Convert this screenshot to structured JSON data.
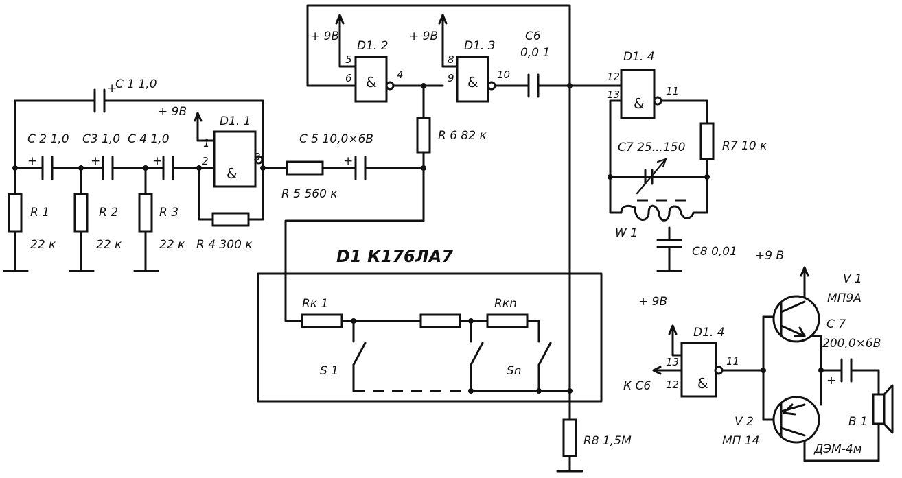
{
  "title": "D1 К176ЛА7",
  "components": {
    "C1": "C 1 1,0",
    "C2": "C 2 1,0",
    "C3": "C3 1,0",
    "C4": "C 4 1,0",
    "C5": "C 5 10,0×6B",
    "C6_ref": "C6",
    "C6_val": "0,0 1",
    "C7_osc": "C7 25...150",
    "C8": "C8 0,01",
    "R1_ref": "R 1",
    "R1_val": "22 к",
    "R2_ref": "R 2",
    "R2_val": "22 к",
    "R3_ref": "R 3",
    "R3_val": "22 к",
    "R4": "R 4 300 к",
    "R5": "R 5 560 к",
    "R6": "R 6 82 к",
    "R7": "R7 10 к",
    "R8": "R8 1,5М",
    "W1": "W 1",
    "Rk1": "Rк 1",
    "Rkn": "Rкn",
    "S1": "S 1",
    "Sn": "Sn",
    "V1_ref": "V 1",
    "V1_type": "МП9А",
    "V2_ref": "V 2",
    "V2_type": "МП 14",
    "C7_out_ref": "C 7",
    "C7_out_val": "200,0×6B",
    "B1_ref": "B 1",
    "B1_type": "ДЭМ-4м",
    "toC6": "К С6"
  },
  "gates": {
    "D11": "D1. 1",
    "D12": "D1. 2",
    "D13": "D1. 3",
    "D14": "D1. 4",
    "D14b": "D1. 4",
    "and_symbol": "&"
  },
  "supply": {
    "plus9": "+ 9B",
    "plus9_c8": "+9 B"
  },
  "pins": {
    "p1": "1",
    "p2": "2",
    "p3": "3",
    "p4": "4",
    "p5": "5",
    "p6": "6",
    "p8": "8",
    "p9": "9",
    "p10": "10",
    "p11": "11",
    "p12": "12",
    "p13": "13",
    "q11": "11",
    "q12": "12",
    "q13": "13"
  },
  "polarity": {
    "plus": "+"
  }
}
